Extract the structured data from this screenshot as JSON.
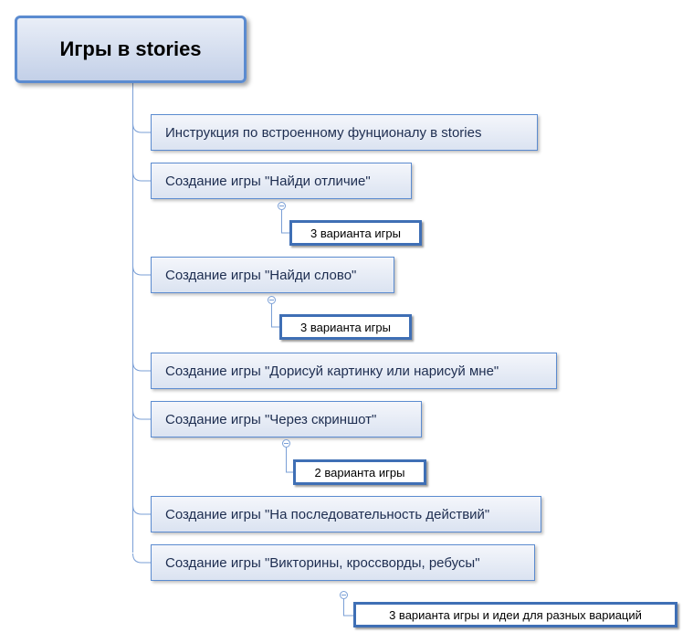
{
  "root": {
    "label": "Игры в stories"
  },
  "topics": [
    {
      "label": "Инструкция по встроенному фунционалу в stories"
    },
    {
      "label": "Создание игры \"Найди отличие\"",
      "note": "3 варианта игры"
    },
    {
      "label": "Создание игры \"Найди слово\"",
      "note": "3 варианта игры"
    },
    {
      "label": "Создание игры \"Дорисуй картинку или нарисуй мне\""
    },
    {
      "label": "Создание игры \"Через скриншот\"",
      "note": "2 варианта игры"
    },
    {
      "label": "Создание игры \"На последовательность действий\""
    },
    {
      "label": "Создание игры \"Викторины, кроссворды, ребусы\"",
      "note": "3 варианта игры и идеи для разных вариаций"
    }
  ],
  "colors": {
    "line": "#7a9fd6",
    "border": "#5b8bd0",
    "text": "#1d2d50"
  }
}
